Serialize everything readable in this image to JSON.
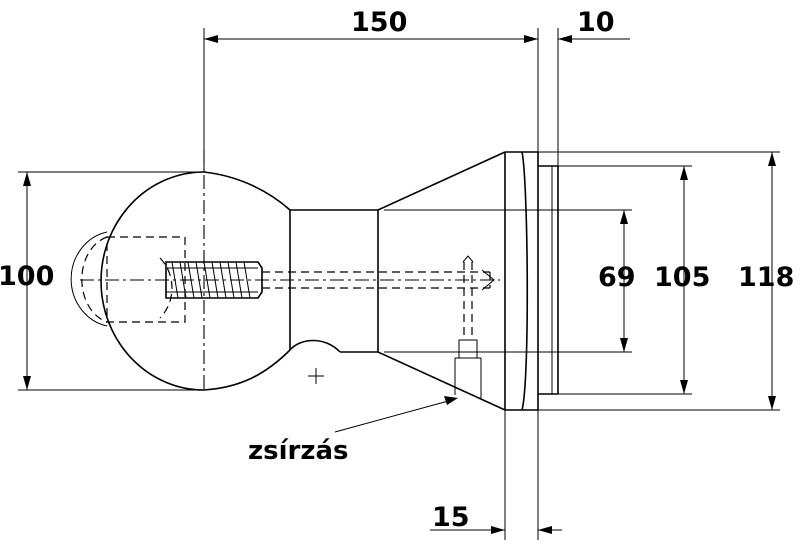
{
  "dimensions": {
    "top_length": "150",
    "top_flange": "10",
    "left_ball_diameter": "100",
    "inner_diameter": "69",
    "middle_diameter": "105",
    "outer_diameter": "118",
    "bottom_flange": "15"
  },
  "annotation": {
    "grease_label": "zsírzás"
  }
}
